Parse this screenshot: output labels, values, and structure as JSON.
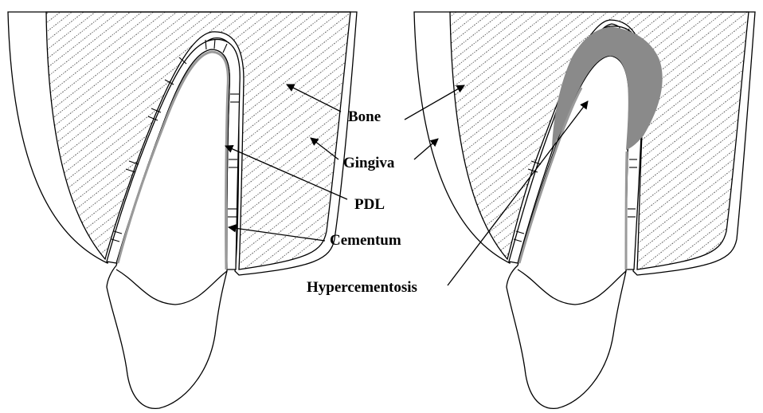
{
  "labels": {
    "bone": "Bone",
    "gingiva": "Gingiva",
    "pdl": "PDL",
    "cementum": "Cementum",
    "hypercementosis": "Hypercementosis"
  },
  "colors": {
    "ink": "#000000",
    "hypercementosis_fill": "#8a8a8a",
    "cementum_line": "#9a9a9a",
    "bone_hatch": "#555555"
  }
}
